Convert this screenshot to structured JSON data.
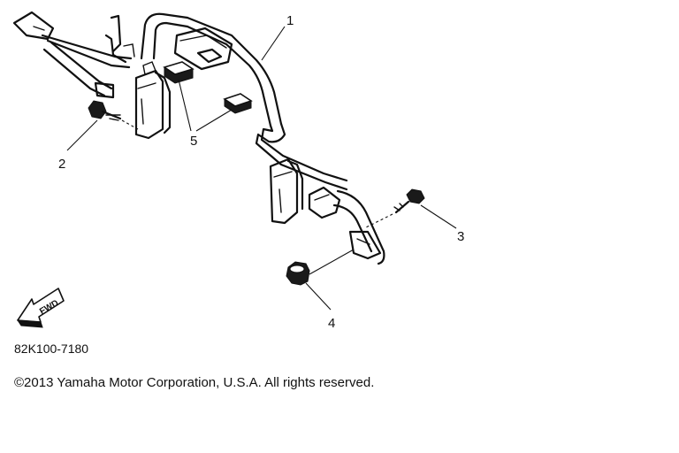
{
  "callouts": [
    {
      "id": "1",
      "label": "1"
    },
    {
      "id": "2",
      "label": "2"
    },
    {
      "id": "3",
      "label": "3"
    },
    {
      "id": "4",
      "label": "4"
    },
    {
      "id": "5",
      "label": "5"
    }
  ],
  "fwd_arrow": {
    "label": "FWD"
  },
  "part_code": "82K100-7180",
  "copyright": "©2013 Yamaha Motor Corporation, U.S.A. All rights reserved."
}
